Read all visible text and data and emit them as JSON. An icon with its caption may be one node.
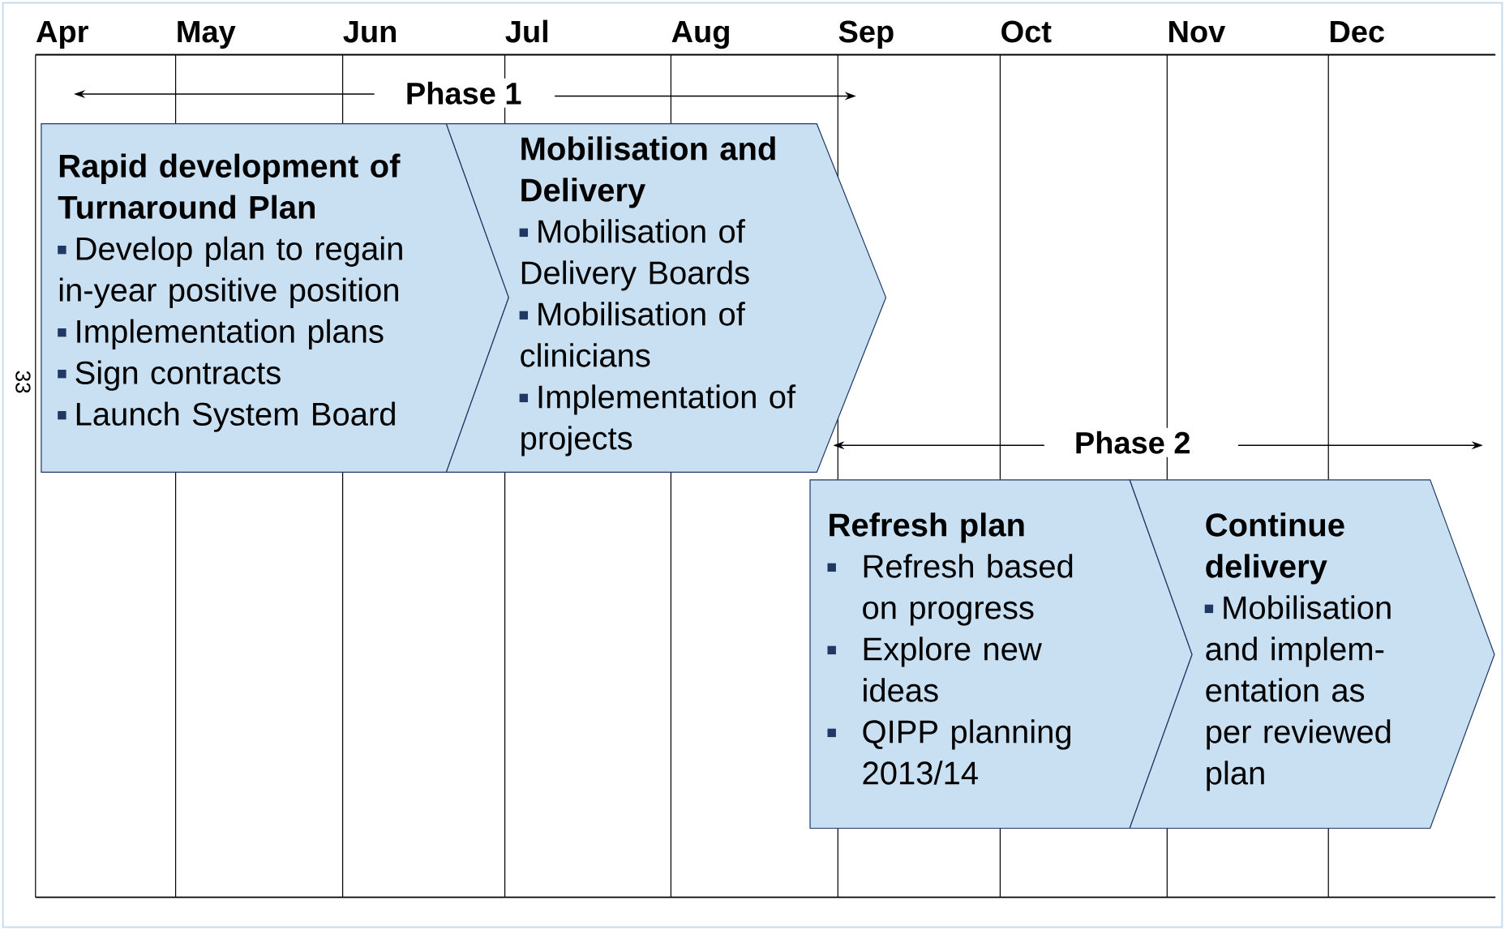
{
  "diagram": {
    "nodes": [
      {
        "text": [
          "Rapid development of Turnaround Plan",
          "Develop plan to regain in-year positive position",
          "Implementation plans",
          "Sign contracts",
          "Launch System Board"
        ]
      },
      {
        "text": [
          "Mobilisation and Delivery",
          "Mobilisation of Delivery Boards",
          "Mobilisation of clinicians",
          "Implementation of projects"
        ]
      },
      {
        "text": [
          "Refresh plan",
          "Refresh based on progress",
          "Explore new ideas",
          "QIPP planning 2013/14"
        ]
      },
      {
        "text": [
          "Continue delivery",
          "Mobilisation and implem-entation as per reviewed plan"
        ]
      }
    ],
    "labels": [
      "Apr",
      "May",
      "Jun",
      "Jul",
      "Aug",
      "Sep",
      "Oct",
      "Nov",
      "Dec",
      "Phase 1",
      "Phase 2",
      "33"
    ]
  }
}
